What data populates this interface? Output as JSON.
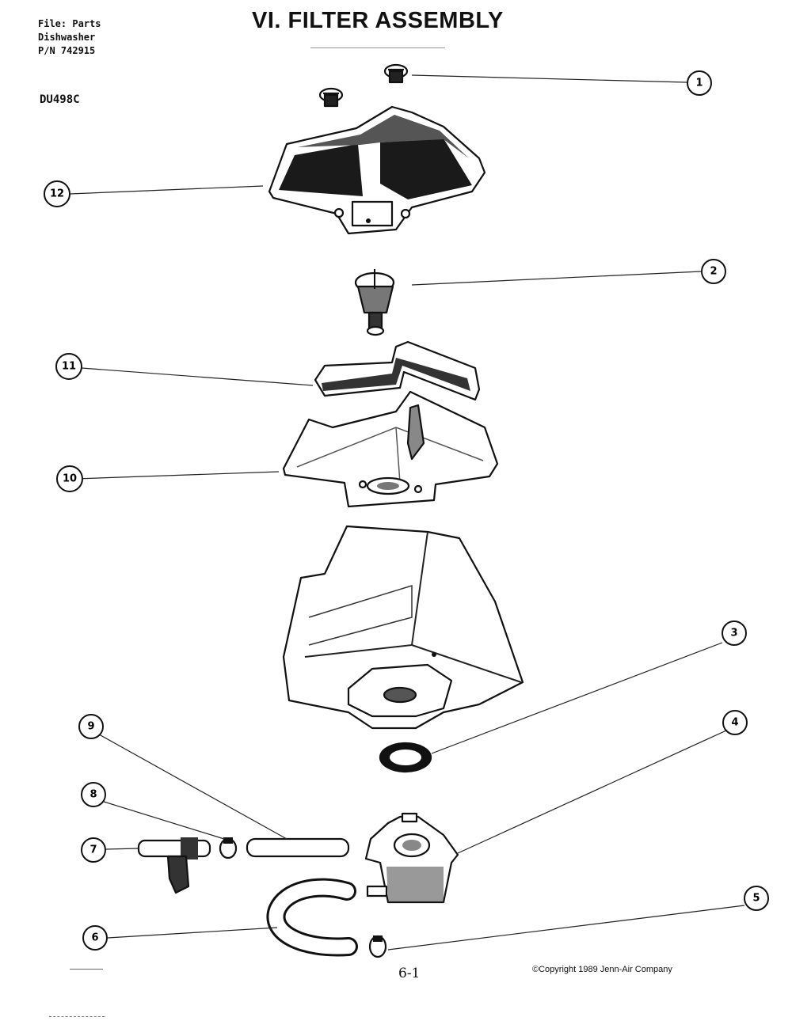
{
  "header": {
    "file_line": "File: Parts",
    "product_line": "Dishwasher",
    "pn_line": "P/N 742915",
    "model": "DU498C"
  },
  "title": "VI. FILTER ASSEMBLY",
  "footer": {
    "page_number": "6-1",
    "copyright": "©Copyright 1989 Jenn-Air Company"
  },
  "callouts": [
    "1",
    "2",
    "3",
    "4",
    "5",
    "6",
    "7",
    "8",
    "9",
    "10",
    "11",
    "12"
  ]
}
